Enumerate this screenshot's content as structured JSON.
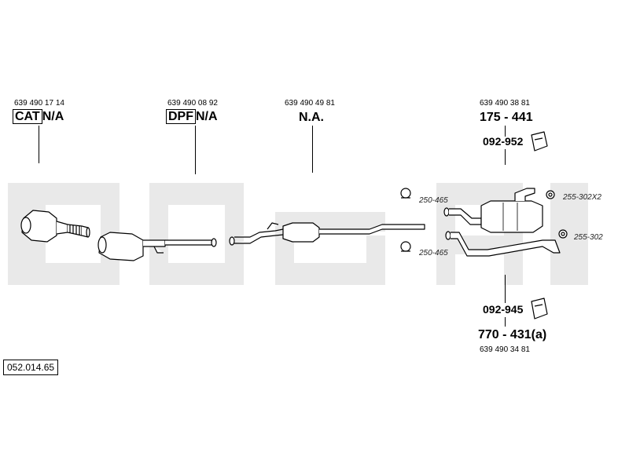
{
  "watermark": {
    "text": "bosal",
    "color": "#e9e9e9"
  },
  "parts": [
    {
      "part_number": "639 490 17 14",
      "label_boxed": "CAT",
      "label_suffix": "N/A"
    },
    {
      "part_number": "639 490 08 92",
      "label_boxed": "DPF",
      "label_suffix": "N/A"
    },
    {
      "part_number": "639 490 49 81",
      "label": "N.A."
    },
    {
      "part_number": "639 490 38 81",
      "label": "175 - 441"
    },
    {
      "part_number": "639 490 34 81",
      "label": "770 - 431(a)"
    }
  ],
  "brackets": {
    "upper": "092-952",
    "lower": "092-945"
  },
  "clamps": {
    "upper": "250-465",
    "lower": "250-465"
  },
  "hangers": {
    "upper": "255-302X2",
    "lower": "255-302"
  },
  "diagram_reference": "052.014.65"
}
